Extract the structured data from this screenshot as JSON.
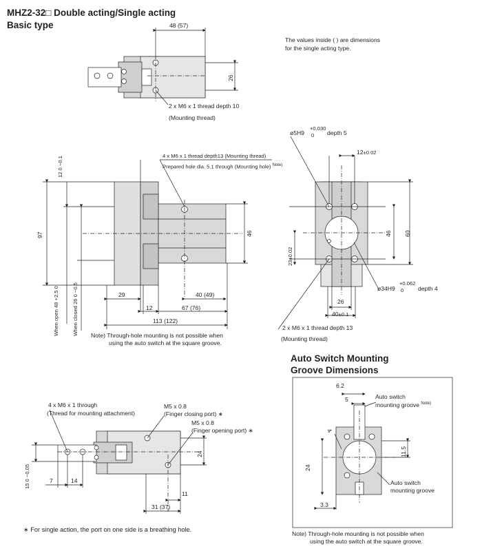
{
  "header": {
    "title_line1": "MHZ2-32□ Double acting/Single acting",
    "title_line2": "Basic type"
  },
  "notes": {
    "values_note_line1": "The values inside ( ) are dimensions",
    "values_note_line2": "for the single acting type.",
    "single_action_note": "∗ For single action, the port on one side is a breathing hole.",
    "through_hole_note_left_line1": "Note) Through-hole mounting is not possible when",
    "through_hole_note_left_line2": "using the auto switch at the square groove.",
    "through_hole_note_right_line1": "Note) Through-hole mounting is not possible when",
    "through_hole_note_right_line2": "using the auto switch at the square groove."
  },
  "top_view": {
    "dim_width": "48 (57)",
    "dim_height": "26",
    "thread_label": "2 x M6 x 1 thread depth 10",
    "thread_sub": "(Mounting thread)"
  },
  "front_view": {
    "thread_label": "4 x M6 x 1 thread depth13 (Mounting thread)",
    "hole_label": "Prepared hole dia. 5.1 through (Mounting hole)",
    "hole_note_mark": "Note)",
    "dim_97": "97",
    "dim_46": "46",
    "dim_12_tol": "12 0 −0.1",
    "dim_open": "When open 48 +2.5 0",
    "dim_closed": "When closed 26 0 −0.5",
    "dim_29": "29",
    "dim_12": "12",
    "dim_40": "40 (49)",
    "dim_67": "67 (76)",
    "dim_113": "113 (122)"
  },
  "side_view": {
    "dia5_label": "ø5H9",
    "dia5_tol_upper": "+0.030",
    "dia5_tol_lower": "0",
    "dia5_depth": "depth 5",
    "dim_12_label": "12",
    "dim_12_tol": "±0.02",
    "dim_46": "46",
    "dim_60": "60",
    "dim_23": "23±0.02",
    "dia34_label": "ø34H9",
    "dia34_tol_upper": "+0.062",
    "dia34_tol_lower": "0",
    "dia34_depth": "depth 4",
    "dim_26": "26",
    "dim_40": "40",
    "dim_40_tol": "±0.1",
    "thread_label": "2 x M6 x 1 thread depth 13",
    "thread_sub": "(Mounting thread)"
  },
  "bottom_view": {
    "thread_label": "4 x M6 x 1 through",
    "thread_sub": "(Thread for mounting attachment)",
    "port_close": "M5 x 0.8",
    "port_close_sub": "(Finger closing port) ∗",
    "port_open": "M5 x 0.8",
    "port_open_sub": "(Finger opening port) ∗",
    "dim_24": "24",
    "dim_15": "15 0 −0.05",
    "dim_7": "7",
    "dim_14": "14",
    "dim_11": "11",
    "dim_31": "31 (37)"
  },
  "groove_section": {
    "title_line1": "Auto Switch Mounting",
    "title_line2": "Groove Dimensions",
    "dim_6_2": "6.2",
    "dim_5": "5",
    "dim_4": "4",
    "groove_note_label": "Auto switch",
    "groove_note_label2": "mounting groove",
    "groove_note_mark": "Note)",
    "groove_label": "Auto switch",
    "groove_label2": "mounting groove",
    "dim_11_5": "11.5",
    "dim_24": "24",
    "dim_3_3": "3.3"
  },
  "colors": {
    "line": "#231f20",
    "body_fill": "#d9d9d9",
    "body_fill_dark": "#bfbfbf"
  }
}
